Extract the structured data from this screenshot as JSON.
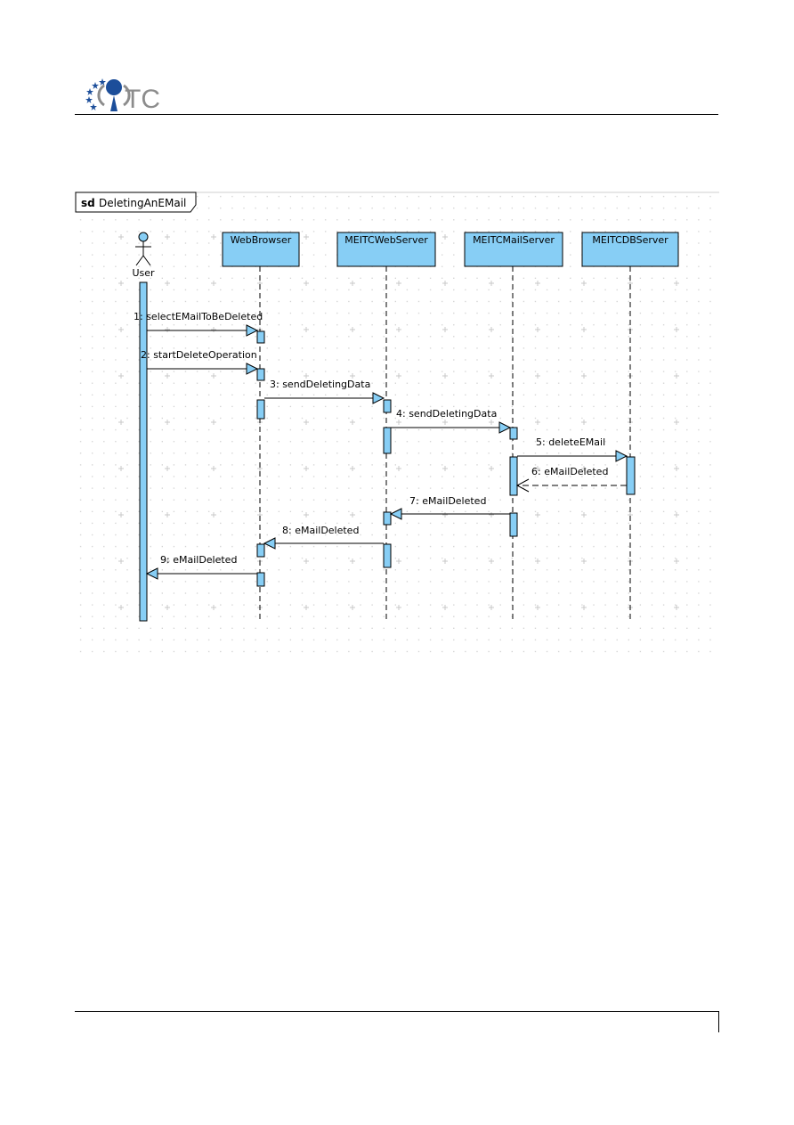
{
  "header": {
    "logo_text": "TC"
  },
  "diagram": {
    "frame_keyword": "sd",
    "frame_title": "DeletingAnEMail",
    "actor": {
      "label": "User"
    },
    "lifelines": [
      {
        "label": "WebBrowser"
      },
      {
        "label": "MEITCWebServer"
      },
      {
        "label": "MEITCMailServer"
      },
      {
        "label": "MEITCDBServer"
      }
    ],
    "messages": [
      {
        "label": "1: selectEMailToBeDeleted",
        "from": "User",
        "to": "WebBrowser",
        "kind": "sync"
      },
      {
        "label": "2: startDeleteOperation",
        "from": "User",
        "to": "WebBrowser",
        "kind": "sync"
      },
      {
        "label": "3: sendDeletingData",
        "from": "WebBrowser",
        "to": "MEITCWebServer",
        "kind": "sync"
      },
      {
        "label": "4: sendDeletingData",
        "from": "MEITCWebServer",
        "to": "MEITCMailServer",
        "kind": "sync"
      },
      {
        "label": "5: deleteEMail",
        "from": "MEITCMailServer",
        "to": "MEITCDBServer",
        "kind": "sync"
      },
      {
        "label": "6: eMailDeleted",
        "from": "MEITCDBServer",
        "to": "MEITCMailServer",
        "kind": "return"
      },
      {
        "label": "7: eMailDeleted",
        "from": "MEITCMailServer",
        "to": "MEITCWebServer",
        "kind": "sync"
      },
      {
        "label": "8: eMailDeleted",
        "from": "MEITCWebServer",
        "to": "WebBrowser",
        "kind": "sync"
      },
      {
        "label": "9: eMailDeleted",
        "from": "WebBrowser",
        "to": "User",
        "kind": "sync"
      }
    ]
  },
  "colors": {
    "activation_fill": "#87cef5",
    "lifeline_header_fill": "#87cef5",
    "logo_blue": "#1c4e9a",
    "logo_gray": "#8c8c8c",
    "grid_dot": "#c8c8c8"
  }
}
